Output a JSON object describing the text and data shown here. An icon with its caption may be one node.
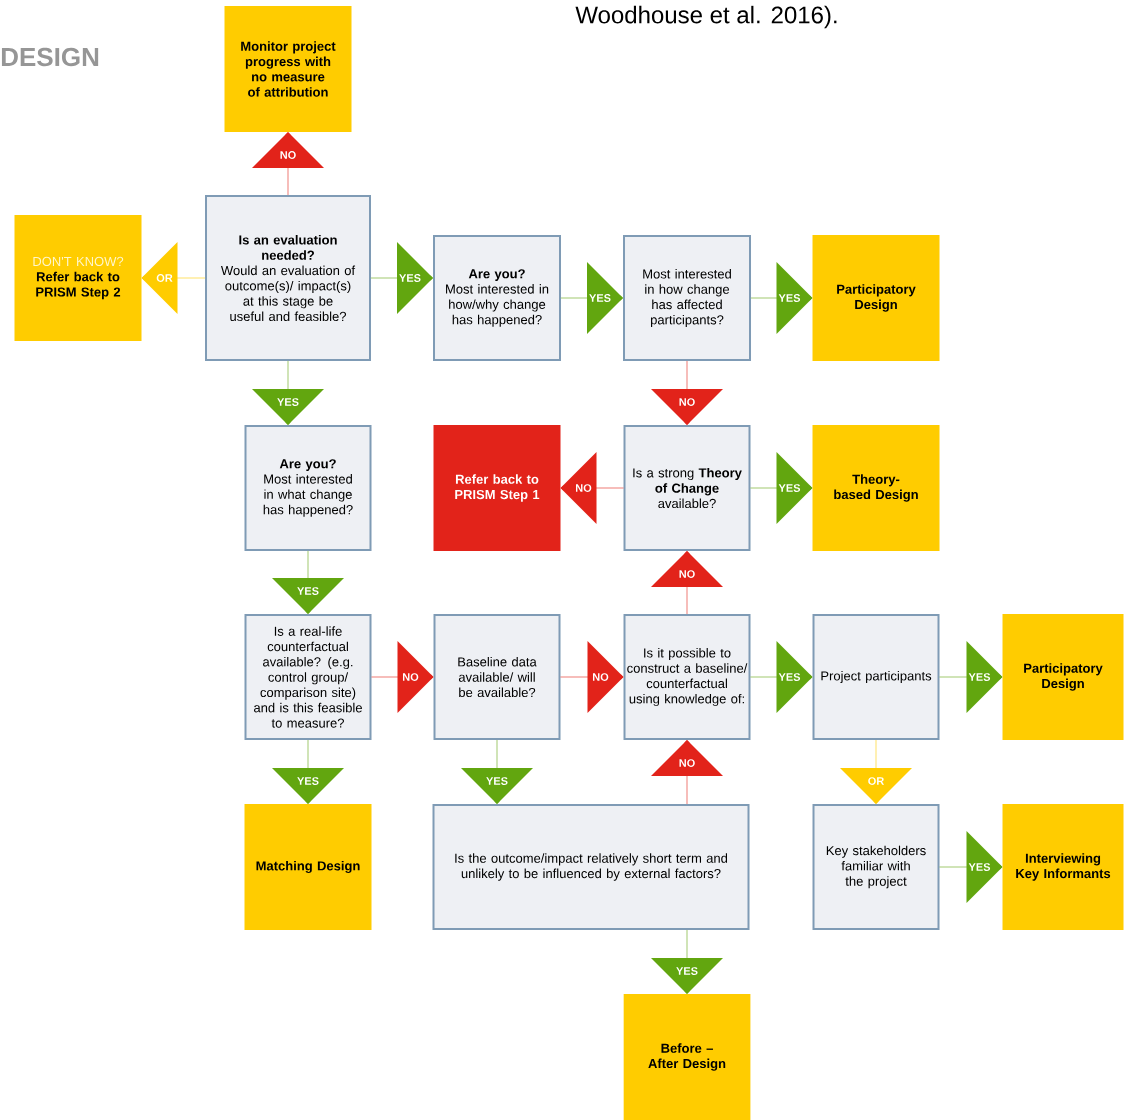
{
  "diagram": {
    "nodes": [
      {
        "text": [
          "Monitor project progress with no measure of attribution"
        ]
      },
      {
        "text": [
          "DON'T KNOW?",
          "Refer back to PRISM Step 2"
        ]
      },
      {
        "text": [
          "Is an evaluation needed?",
          "Would an evaluation of outcome(s)/ impact(s) at this stage be useful and feasible?"
        ]
      },
      {
        "text": [
          "Are you?",
          "Most interested in how/why change has happened?"
        ]
      },
      {
        "text": [
          "Most interested in how change has affected participants?"
        ]
      },
      {
        "text": [
          "Participatory Design"
        ]
      },
      {
        "text": [
          "Are you?",
          "Most interested in what change has happened?"
        ]
      },
      {
        "text": [
          "Refer back to PRISM Step 1"
        ]
      },
      {
        "text": [
          "Is a strong **Theory of Change** available?"
        ]
      },
      {
        "text": [
          "Theory-based Design"
        ]
      },
      {
        "text": [
          "Is a real-life counterfactual available? (e.g. control group/ comparison site) and is this feasible to measure?"
        ]
      },
      {
        "text": [
          "Baseline data available/ will be available?"
        ]
      },
      {
        "text": [
          "Is it possible to construct a baseline/ counterfactual using knowledge of:"
        ]
      },
      {
        "text": [
          "Project participants"
        ]
      },
      {
        "text": [
          "Participatory Design"
        ]
      },
      {
        "text": [
          "Matching Design"
        ]
      },
      {
        "text": [
          "Is the outcome/impact relatively short term and unlikely to be influenced by external factors?"
        ]
      },
      {
        "text": [
          "Key stakeholders familiar with the project"
        ]
      },
      {
        "text": [
          "Interviewing Key Informants"
        ]
      },
      {
        "text": [
          "Before – After Design"
        ]
      }
    ],
    "edges": [
      {
        "from": 2,
        "to": 0,
        "arrow": "to",
        "label": "NO",
        "color": "#e2231a"
      },
      {
        "from": 2,
        "to": 1,
        "arrow": "to",
        "label": "OR",
        "color": "#ffcc00"
      },
      {
        "from": 2,
        "to": 3,
        "arrow": "to",
        "label": "YES",
        "color": "#62a60f"
      },
      {
        "from": 3,
        "to": 4,
        "arrow": "to",
        "label": "YES",
        "color": "#62a60f"
      },
      {
        "from": 4,
        "to": 5,
        "arrow": "to",
        "label": "YES",
        "color": "#62a60f"
      },
      {
        "from": 2,
        "to": 6,
        "arrow": "to",
        "label": "YES",
        "color": "#62a60f"
      },
      {
        "from": 4,
        "to": 8,
        "arrow": "to",
        "label": "NO",
        "color": "#e2231a"
      },
      {
        "from": 8,
        "to": 7,
        "arrow": "to",
        "label": "NO",
        "color": "#e2231a"
      },
      {
        "from": 8,
        "to": 9,
        "arrow": "to",
        "label": "YES",
        "color": "#62a60f"
      },
      {
        "from": 6,
        "to": 10,
        "arrow": "to",
        "label": "YES",
        "color": "#62a60f"
      },
      {
        "from": 12,
        "to": 8,
        "arrow": "to",
        "label": "NO",
        "color": "#e2231a"
      },
      {
        "from": 10,
        "to": 11,
        "arrow": "to",
        "label": "NO",
        "color": "#e2231a"
      },
      {
        "from": 11,
        "to": 12,
        "arrow": "to",
        "label": "NO",
        "color": "#e2231a"
      },
      {
        "from": 12,
        "to": 13,
        "arrow": "to",
        "label": "YES",
        "color": "#62a60f"
      },
      {
        "from": 13,
        "to": 14,
        "arrow": "to",
        "label": "YES",
        "color": "#62a60f"
      },
      {
        "from": 10,
        "to": 15,
        "arrow": "to",
        "label": "YES",
        "color": "#62a60f"
      },
      {
        "from": 11,
        "to": 16,
        "arrow": "to",
        "label": "YES",
        "color": "#62a60f"
      },
      {
        "from": 16,
        "to": 12,
        "arrow": "to",
        "label": "NO",
        "color": "#e2231a"
      },
      {
        "from": 13,
        "to": 17,
        "arrow": "to",
        "label": "OR",
        "color": "#ffcc00"
      },
      {
        "from": 17,
        "to": 18,
        "arrow": "to",
        "label": "YES",
        "color": "#62a60f"
      },
      {
        "from": 16,
        "to": 19,
        "arrow": "to",
        "label": "YES",
        "color": "#62a60f"
      }
    ],
    "labels": [
      "Woodhouse et al. 2016).",
      "DESIGN"
    ]
  }
}
